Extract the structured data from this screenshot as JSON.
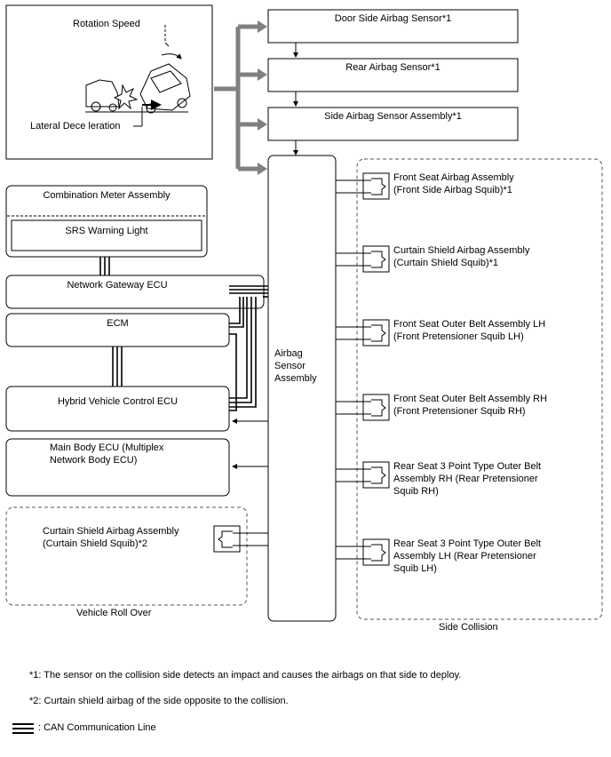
{
  "scene": {
    "rotation_speed": "Rotation Speed",
    "lateral_deceleration": "Lateral Dece leration"
  },
  "sensors": {
    "door_side": "Door Side Airbag Sensor*1",
    "rear": "Rear Airbag Sensor*1",
    "side_assembly": "Side Airbag Sensor Assembly*1"
  },
  "left_units": {
    "combination_meter": "Combination Meter Assembly",
    "srs_warning_light": "SRS Warning Light",
    "network_gateway": "Network Gateway ECU",
    "ecm": "ECM",
    "hybrid_ecu": "Hybrid Vehicle Control ECU",
    "main_body_line1": "Main Body ECU (Multiplex",
    "main_body_line2": "Network Body ECU)"
  },
  "airbag_sensor": {
    "line1": "Airbag",
    "line2": "Sensor",
    "line3": "Assembly"
  },
  "roll_over": {
    "squib_line1": "Curtain Shield Airbag Assembly",
    "squib_line2": "(Curtain Shield Squib)*2",
    "group_label": "Vehicle Roll Over"
  },
  "side_collision": {
    "group_label": "Side Collision",
    "outputs": [
      {
        "line1": "Front Seat Airbag Assembly",
        "line2": "(Front Side Airbag Squib)*1",
        "line3": ""
      },
      {
        "line1": "Curtain Shield Airbag Assembly",
        "line2": "(Curtain Shield Squib)*1",
        "line3": ""
      },
      {
        "line1": "Front Seat Outer Belt Assembly LH",
        "line2": "(Front Pretensioner Squib LH)",
        "line3": ""
      },
      {
        "line1": "Front Seat Outer Belt Assembly RH",
        "line2": "(Front Pretensioner Squib RH)",
        "line3": ""
      },
      {
        "line1": "Rear Seat 3 Point Type Outer Belt",
        "line2": "Assembly RH (Rear Pretensioner",
        "line3": "Squib RH)"
      },
      {
        "line1": "Rear Seat 3 Point Type Outer Belt",
        "line2": "Assembly LH (Rear Pretensioner",
        "line3": "Squib LH)"
      }
    ]
  },
  "notes": {
    "note1": "*1: The sensor on the collision side detects an impact and causes the airbags on that side to deploy.",
    "note2": "*2: Curtain shield airbag of the side opposite to the collision.",
    "legend": ": CAN Communication Line"
  },
  "colors": {
    "line": "#000000",
    "grey_arrow": "#808080",
    "dashed": "#555555"
  }
}
